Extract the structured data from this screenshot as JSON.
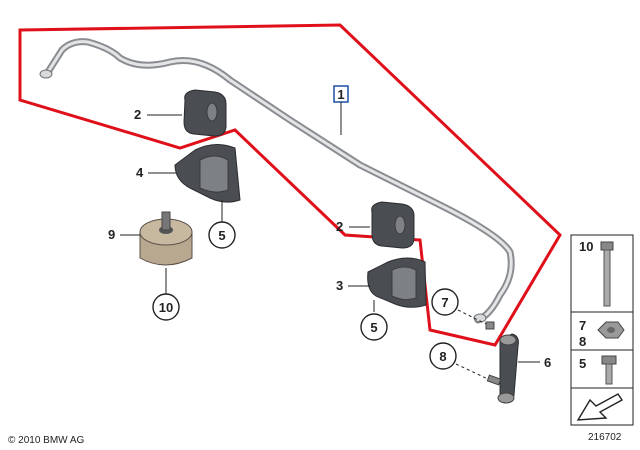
{
  "labels": {
    "main_part": "1",
    "bushing_upper": "2",
    "bushing_lower": "2",
    "bracket_right": "3",
    "bracket_left": "4",
    "circle_5_left": "5",
    "circle_5_right": "5",
    "link": "6",
    "circle_7": "7",
    "circle_8": "8",
    "mount": "9",
    "circle_10": "10"
  },
  "legend": {
    "item_10": "10",
    "item_7": "7",
    "item_8": "8",
    "item_5": "5"
  },
  "footer": {
    "copyright": "© 2010 BMW AG",
    "diagram_number": "216702"
  },
  "colors": {
    "highlight_outline": "#e0101a",
    "callout_box": "#1a4fa3",
    "part_dark": "#4a4d52"
  }
}
